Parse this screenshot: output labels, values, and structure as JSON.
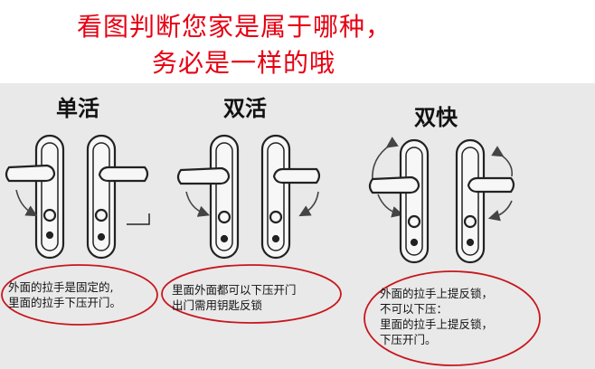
{
  "header": {
    "line1": "看图判断您家是属于哪种，",
    "line2": "务必是一样的哦"
  },
  "panels": [
    {
      "title": "单活",
      "note_lines": [
        "外面的拉手是固定的,",
        "里面的拉手下压开门。"
      ]
    },
    {
      "title": "双活",
      "note_lines": [
        "里面外面都可以下压开门",
        "出门需用钥匙反锁"
      ]
    },
    {
      "title": "双快",
      "note_lines": [
        "外面的拉手上提反锁，",
        "不可以下压：",
        "里面的拉手上提反锁，",
        "下压开门。"
      ]
    }
  ],
  "colors": {
    "header_text": "#e60012",
    "ellipse": "#c8161d",
    "panel_bg": "#e9e9e9"
  }
}
